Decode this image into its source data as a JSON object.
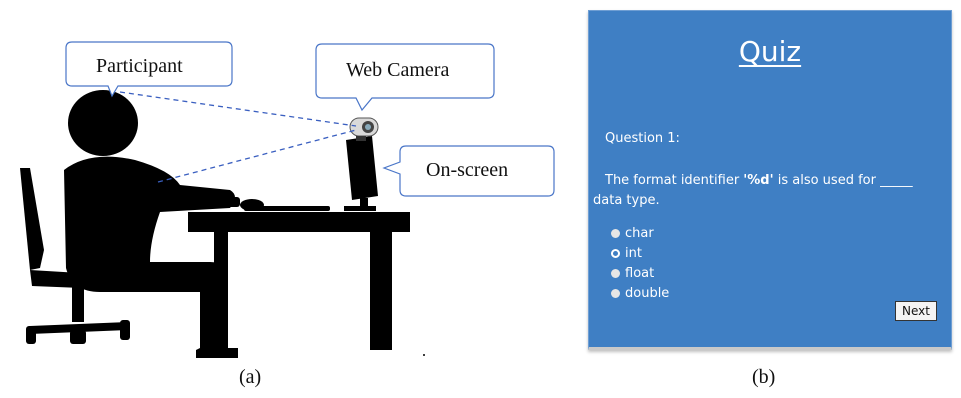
{
  "panel_a": {
    "callouts": {
      "participant": "Participant",
      "web_camera": "Web Camera",
      "on_screen": "On-screen"
    },
    "caption": "(a)"
  },
  "panel_b": {
    "quiz_title": "Quiz",
    "question_label": "Question 1:",
    "question_prefix": "The format identifier ",
    "question_code": "'%d'",
    "question_suffix": " is also used for _____ data type.",
    "options": [
      {
        "label": "char",
        "selected": false
      },
      {
        "label": "int",
        "selected": true
      },
      {
        "label": "float",
        "selected": false
      },
      {
        "label": "double",
        "selected": false
      }
    ],
    "next_label": "Next",
    "caption": "(b)"
  },
  "colors": {
    "quiz_background": "#3f7fc4",
    "silhouette": "#000000",
    "callout_border": "#4a76c8",
    "sightline": "#3a5fc0"
  }
}
